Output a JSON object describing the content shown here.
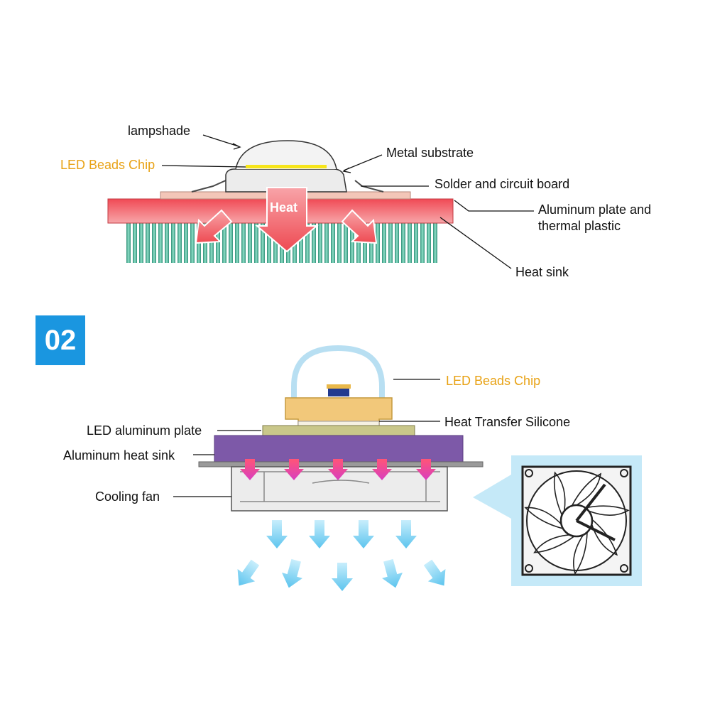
{
  "section_badge": "02",
  "diagram1": {
    "heat_label": "Heat",
    "labels": {
      "lampshade": "lampshade",
      "led_chip": "LED Beads Chip",
      "metal_substrate": "Metal substrate",
      "solder": "Solder and circuit board",
      "aluminum_plate_line1": "Aluminum plate and",
      "aluminum_plate_line2": "thermal plastic",
      "heat_sink": "Heat sink"
    }
  },
  "diagram2": {
    "labels": {
      "led_chip": "LED Beads Chip",
      "heat_transfer": "Heat Transfer Silicone",
      "led_plate": "LED aluminum plate",
      "al_heat_sink": "Aluminum heat sink",
      "cooling_fan": "Cooling fan"
    }
  },
  "colors": {
    "heat_red": "#f0585e",
    "fin_green": "#3fa88c",
    "sink_purple": "#7d59a8",
    "chip_orange": "#f2c87a",
    "label_orange": "#e8a215",
    "airflow_blue": "#7fd0f0",
    "badge_blue": "#1a96e0",
    "heat_pink": "#e8489a"
  },
  "icons": [
    "heat-arrow-icon",
    "airflow-arrow-icon",
    "fan-icon"
  ]
}
